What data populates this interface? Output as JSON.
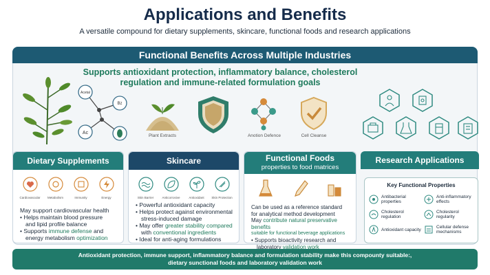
{
  "header": {
    "title": "Applications and Benefits",
    "subtitle": "A versatile compound for dietary supplements, skincare, functional foods and research applications"
  },
  "banner": {
    "title": "Functional Benefits Across Multiple Industries"
  },
  "lead_text": "Supports antioxidant protection, inflammatory balance, cholesterol regulation and immune-related formulation goals",
  "diagram": {
    "molecule_labels": [
      "Acetal",
      "Bz",
      "Ac"
    ],
    "product_labels": [
      "Plant Extracts",
      "Anotion Defence",
      "Cell Cleanse"
    ]
  },
  "columns": {
    "dietary": {
      "title": "Dietary Supplements",
      "icon_labels": [
        "Cardiovascular",
        "Metabolism",
        "Immunity",
        "Energy"
      ],
      "line1": "May support cardiovascular health",
      "line2": "• Helps maintain blood pressure",
      "line3": "and lipid profile balance",
      "line4a": "• Supports ",
      "line4b": "immune defense",
      "line4c": " and",
      "line5a": "energy metabolism ",
      "line5b": "optimization"
    },
    "skincare": {
      "title": "Skincare",
      "icon_labels": [
        "Skin Barrier",
        "Anticorrosive",
        "Antioxidant",
        "Skin Protection"
      ],
      "line1": "• Powerful antioxidant capacity",
      "line2": "• Helps protect against environmental",
      "line3": "stress-induced damage",
      "line4a": "• May offer ",
      "line4b": "greater stability compared",
      "line5a": "with ",
      "line5b": "conventional ingredients",
      "line6": "• Ideal for anti-aging formulations"
    },
    "foods": {
      "title": "Functional Foods",
      "subtitle": "properties to food matrices",
      "line1": "Can be used as a reference standard",
      "line2": "for analytical method development",
      "line3a": "May ",
      "line3b": "contribute natural preservative benefits",
      "line4": "suitable for functional beverage applications",
      "line5": "• Supports bioactivity research and",
      "line6a": "laboratory ",
      "line6b": "validation work"
    },
    "research": {
      "title": "Research Applications",
      "props_title": "Key Functional Properties",
      "props": [
        "Antibacterial properties",
        "Anti-inflammatory effects",
        "Cholesterol regulation",
        "Cholesterol regularity",
        "Antioxidant capacity",
        "Cellular defense mechanisms"
      ]
    }
  },
  "footer": {
    "line1": "Antioxidant protection, immune support, inflammatory balance and formulation stability make this compounty suitable:,",
    "line2": "dietary sunctional foods and laboratory validation work"
  },
  "colors": {
    "navy": "#1d4868",
    "teal": "#237d7a",
    "green_text": "#1e7a5c",
    "banner": "#1d5a73"
  }
}
